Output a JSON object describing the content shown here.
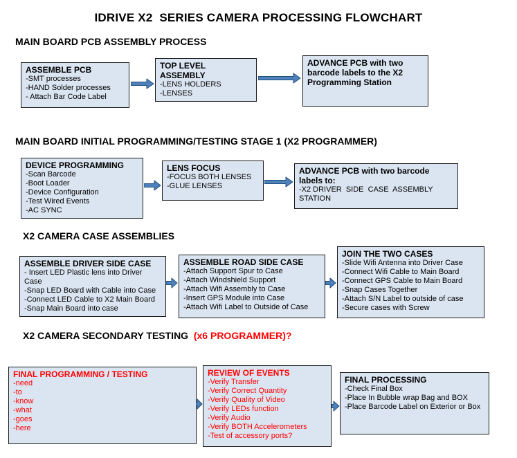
{
  "title": "IDRIVE X2  SERIES CAMERA PROCESSING FLOWCHART",
  "colors": {
    "box_fill": "#dbe5f1",
    "box_border": "#1a1a1a",
    "red_text": "#ff0000",
    "arrow_fill": "#4f81bd",
    "arrow_stroke": "#1f4e79"
  },
  "icons": {
    "flow_arrow": "right-block-arrow"
  },
  "sections": [
    {
      "heading": "MAIN BOARD PCB ASSEMBLY PROCESS",
      "boxes": [
        {
          "title": "ASSEMBLE PCB",
          "lines": [
            "-SMT processes",
            "-HAND Solder processes",
            "- Attach Bar Code Label"
          ]
        },
        {
          "title": "TOP LEVEL ASSEMBLY",
          "lines": [
            "-LENS HOLDERS",
            "-LENSES"
          ]
        },
        {
          "title": "ADVANCE PCB with two barcode labels to the X2 Programming Station",
          "lines": []
        }
      ]
    },
    {
      "heading": "MAIN BOARD INITIAL PROGRAMMING/TESTING STAGE 1 (X2 PROGRAMMER)",
      "boxes": [
        {
          "title": "DEVICE PROGRAMMING",
          "lines": [
            "-Scan Barcode",
            "-Boot Loader",
            "-Device Configuration",
            "-Test Wired Events",
            "-AC SYNC"
          ]
        },
        {
          "title": "LENS FOCUS",
          "lines": [
            "-FOCUS BOTH LENSES",
            "-GLUE LENSES"
          ]
        },
        {
          "title": "ADVANCE PCB with two barcode labels to:",
          "lines": [
            "-X2 DRIVER  SIDE  CASE  ASSEMBLY STATION"
          ]
        }
      ]
    },
    {
      "heading": "X2 CAMERA CASE ASSEMBLIES",
      "boxes": [
        {
          "title": "ASSEMBLE DRIVER SIDE CASE",
          "lines": [
            "- Insert LED Plastic lens into Driver Case",
            "-Snap LED Board with Cable into Case",
            "-Connect LED Cable to X2 Main Board",
            "-Snap Main Board into case"
          ]
        },
        {
          "title": "ASSEMBLE ROAD SIDE CASE",
          "lines": [
            "-Attach Support Spur to Case",
            "-Attach Windshield Support",
            "-Attach Wifi Assembly to Case",
            "-Insert GPS Module into Case",
            "-Attach Wifi Label to Outside of Case"
          ]
        },
        {
          "title": "JOIN THE TWO CASES",
          "lines": [
            "-Slide Wifi Antenna into Driver Case",
            "-Connect Wifi Cable to Main Board",
            "-Connect GPS Cable to Main Board",
            "-Snap Cases Together",
            "-Attach S/N Label to outside of case",
            "-Secure cases with Screw"
          ]
        }
      ]
    },
    {
      "heading": "X2 CAMERA SECONDARY TESTING  ",
      "heading_accent": "(x6 PROGRAMMER)?",
      "boxes": [
        {
          "title": "FINAL PROGRAMMING / TESTING",
          "lines": [
            "-need",
            "-to",
            "-know",
            "-what",
            "-goes",
            "-here"
          ]
        },
        {
          "title": "REVIEW OF EVENTS",
          "lines": [
            "-Verify Transfer",
            "-Verify Correct Quantity",
            "-Verify Quality of Video",
            "-Verify LEDs function",
            "-Verify Audio",
            "-Verify BOTH Accelerometers",
            "-Test of accessory ports?"
          ]
        },
        {
          "title": "FINAL PROCESSING",
          "lines": [
            "-Check Final Box",
            "-Place In Bubble wrap Bag and BOX",
            "-Place Barcode Label on Exterior or Box"
          ]
        }
      ]
    }
  ]
}
